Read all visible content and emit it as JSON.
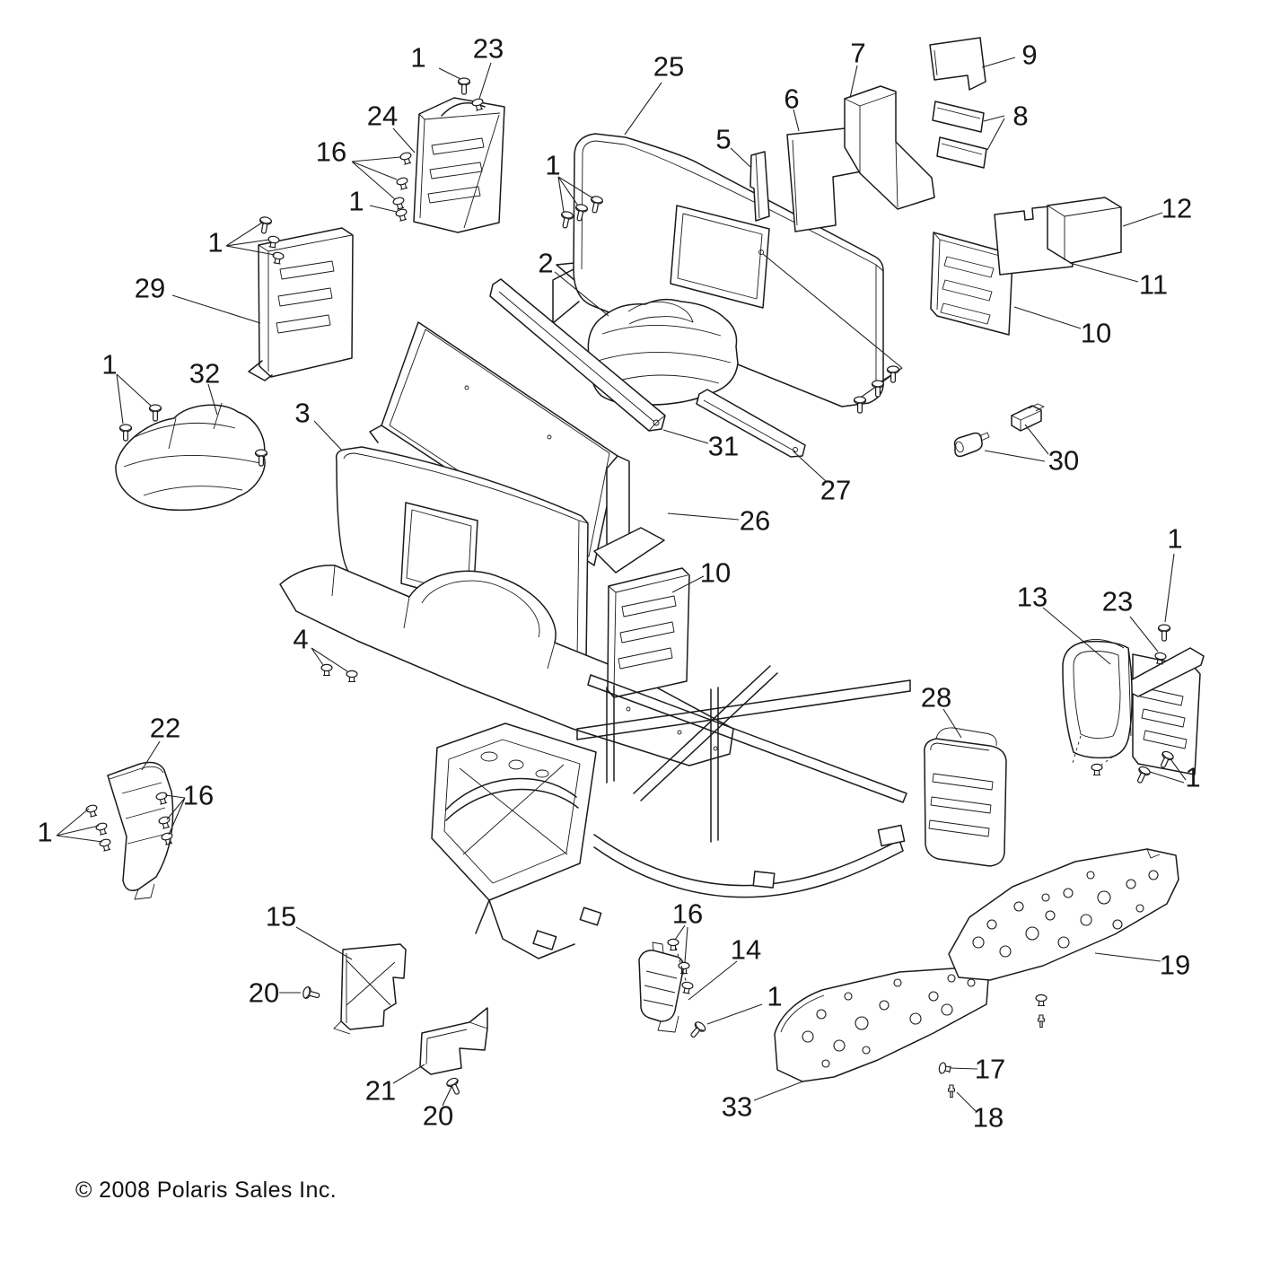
{
  "canvas": {
    "background": "#ffffff",
    "line_color": "#1a1a1a"
  },
  "footer": {
    "copyright": "© 2008 Polaris Sales Inc."
  },
  "callouts": [
    {
      "label": "1"
    },
    {
      "label": "23"
    },
    {
      "label": "24"
    },
    {
      "label": "16"
    },
    {
      "label": "1"
    },
    {
      "label": "25"
    },
    {
      "label": "1"
    },
    {
      "label": "2"
    },
    {
      "label": "5"
    },
    {
      "label": "6"
    },
    {
      "label": "7"
    },
    {
      "label": "9"
    },
    {
      "label": "8"
    },
    {
      "label": "12"
    },
    {
      "label": "11"
    },
    {
      "label": "10"
    },
    {
      "label": "1"
    },
    {
      "label": "29"
    },
    {
      "label": "1"
    },
    {
      "label": "32"
    },
    {
      "label": "3"
    },
    {
      "label": "31"
    },
    {
      "label": "27"
    },
    {
      "label": "26"
    },
    {
      "label": "30"
    },
    {
      "label": "10"
    },
    {
      "label": "13"
    },
    {
      "label": "23"
    },
    {
      "label": "1"
    },
    {
      "label": "28"
    },
    {
      "label": "1"
    },
    {
      "label": "4"
    },
    {
      "label": "22"
    },
    {
      "label": "16"
    },
    {
      "label": "1"
    },
    {
      "label": "15"
    },
    {
      "label": "20"
    },
    {
      "label": "21"
    },
    {
      "label": "20"
    },
    {
      "label": "16"
    },
    {
      "label": "14"
    },
    {
      "label": "1"
    },
    {
      "label": "33"
    },
    {
      "label": "19"
    },
    {
      "label": "17"
    },
    {
      "label": "18"
    }
  ]
}
